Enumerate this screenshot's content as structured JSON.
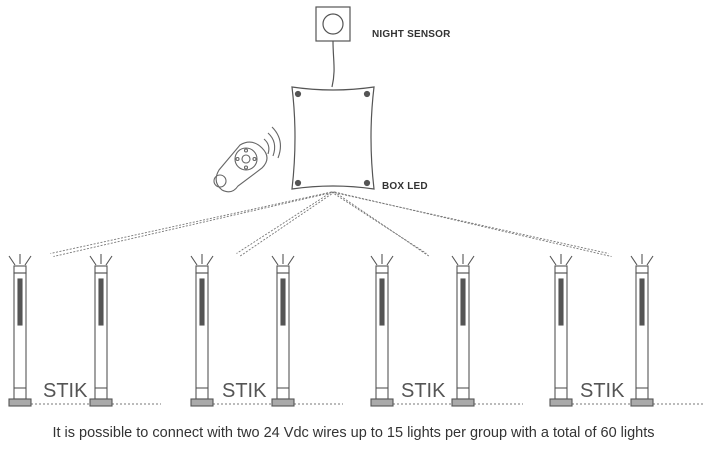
{
  "labels": {
    "night_sensor": "NIGHT SENSOR",
    "box_led": "BOX LED",
    "group_label": "STIK"
  },
  "groups": [
    {
      "label": "STIK"
    },
    {
      "label": "STIK"
    },
    {
      "label": "STIK"
    },
    {
      "label": "STIK"
    }
  ],
  "caption": "It is possible to connect with two 24 Vdc wires up to 15 lights per group with a total of 60 lights",
  "colors": {
    "stroke": "#555555",
    "wire": "#777777",
    "text": "#333333"
  },
  "icons": [
    "night-sensor-icon",
    "box-led-icon",
    "remote-control-icon",
    "stik-light-icon"
  ]
}
